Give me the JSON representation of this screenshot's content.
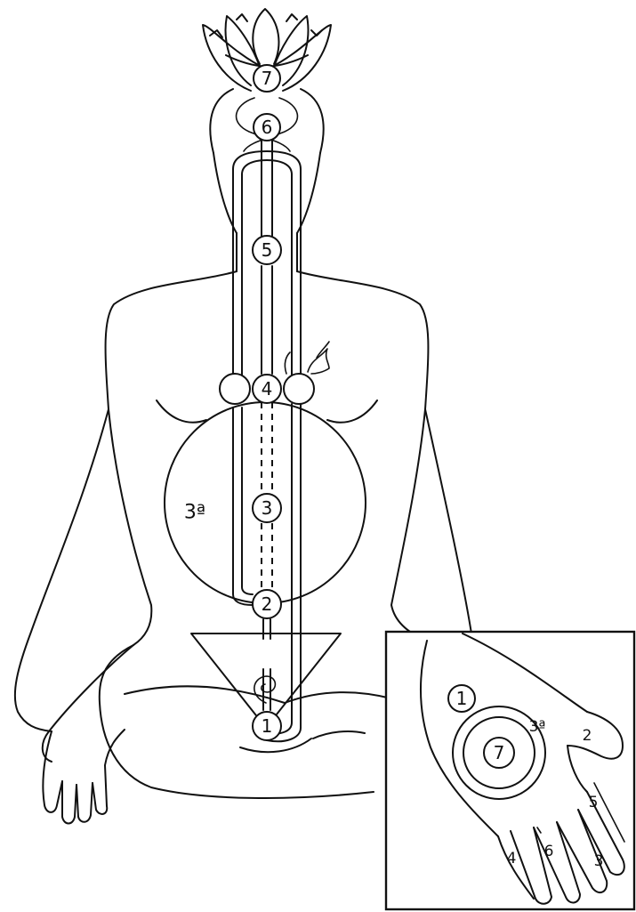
{
  "body_diagram": {
    "chakras": [
      {
        "label": "7"
      },
      {
        "label": "6"
      },
      {
        "label": "5"
      },
      {
        "label": "4"
      },
      {
        "label": "3"
      },
      {
        "label": "2"
      },
      {
        "label": "1"
      }
    ],
    "solar_plexus_label": "3ª"
  },
  "hand_inset": {
    "labels": {
      "palm_chakra_1": "1",
      "palm_3a": "3ª",
      "palm_center_7": "7",
      "thumb_2": "2",
      "finger_5": "5",
      "finger_3": "3",
      "finger_6": "6",
      "finger_4": "4"
    }
  }
}
